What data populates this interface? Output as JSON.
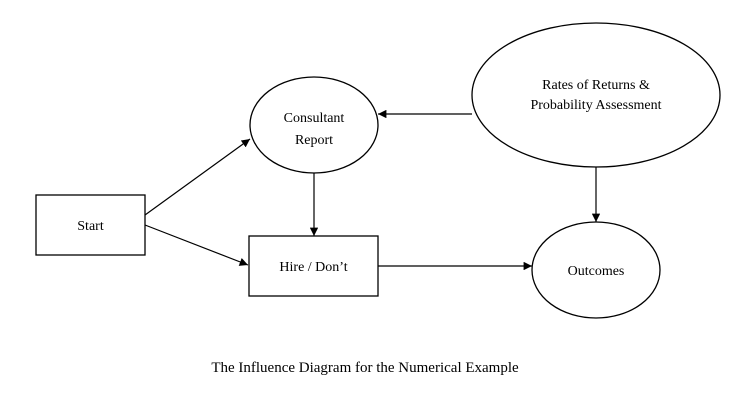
{
  "diagram": {
    "nodes": {
      "start": {
        "label": "Start"
      },
      "consultant_report": {
        "label_line1": "Consultant",
        "label_line2": "Report"
      },
      "hire_dont": {
        "label": "Hire / Don’t"
      },
      "rates": {
        "label_line1": "Rates of  Returns &",
        "label_line2": "Probability Assessment"
      },
      "outcomes": {
        "label": "Outcomes"
      }
    },
    "caption": "The Influence Diagram for the Numerical Example"
  }
}
